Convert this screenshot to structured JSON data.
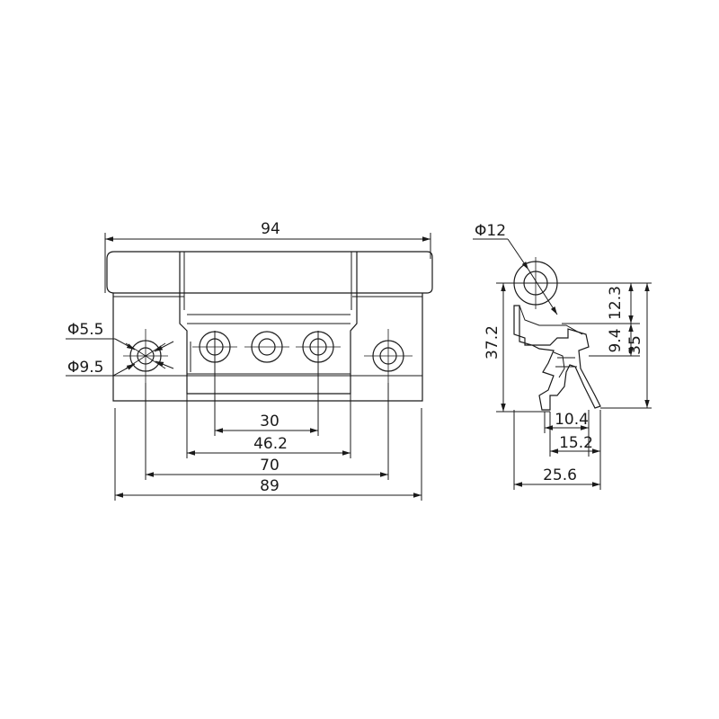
{
  "front_view": {
    "overall_width": "94",
    "small_hole_diameter": "Φ5.5",
    "counterbore_diameter": "Φ9.5",
    "pitch_inner": "30",
    "leaf_width": "46.2",
    "hole_spacing": "70",
    "base_width": "89"
  },
  "side_view": {
    "knuckle_diameter": "Φ12",
    "height_total": "37.2",
    "knuckle_offset": "12.3",
    "step_height": "9.4",
    "body_height": "35",
    "depth_small": "10.4",
    "depth_mid": "15.2",
    "depth_total": "25.6"
  }
}
